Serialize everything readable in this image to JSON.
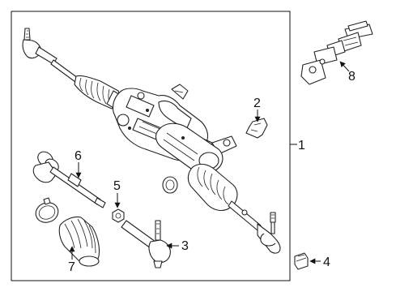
{
  "callouts": {
    "c1": "1",
    "c2": "2",
    "c3": "3",
    "c4": "4",
    "c5": "5",
    "c6": "6",
    "c7": "7",
    "c8": "8"
  },
  "colors": {
    "line": "#111111",
    "background": "#ffffff"
  }
}
